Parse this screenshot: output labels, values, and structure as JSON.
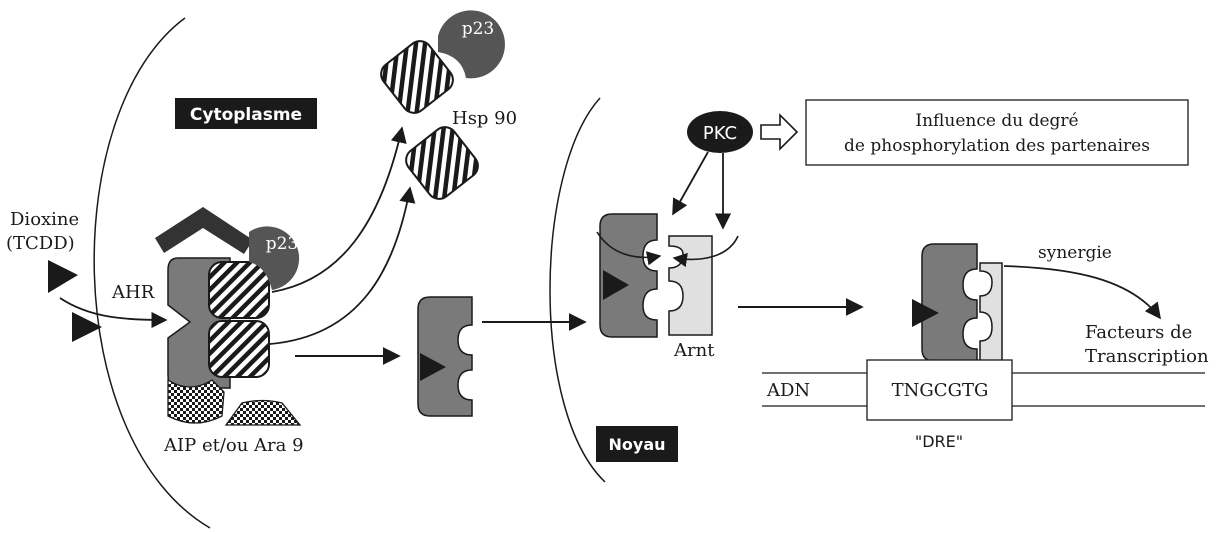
{
  "labels": {
    "cytoplasme": "Cytoplasme",
    "noyau": "Noyau",
    "dioxine": "Dioxine",
    "tcdd": "(TCDD)",
    "ahr": "AHR",
    "p23_top": "p23",
    "p23_complex": "p23",
    "hsp90": "Hsp 90",
    "aip": "AIP et/ou Ara 9",
    "pkc": "PKC",
    "influence_line1": "Influence du degré",
    "influence_line2": "de phosphorylation des partenaires",
    "arnt": "Arnt",
    "synergie": "synergie",
    "facteurs_line1": "Facteurs de",
    "facteurs_line2": "Transcription",
    "adn": "ADN",
    "sequence": "TNGCGTG",
    "dre": "\"DRE\""
  },
  "colors": {
    "ahr_gray": "#7a7a7a",
    "p23_dark": "#555555",
    "arnt_light": "#e0e0e0",
    "black": "#1a1a1a",
    "label_bg": "#1a1a1a",
    "label_text": "#ffffff"
  }
}
